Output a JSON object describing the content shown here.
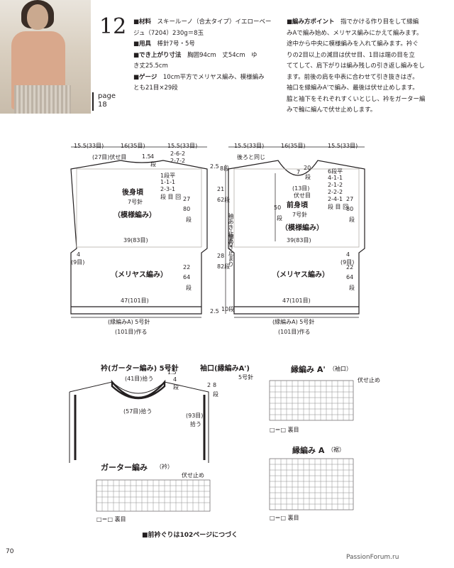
{
  "header": {
    "pattern_number": "12",
    "page_label": "page",
    "page_number": "18"
  },
  "materials": {
    "material_label": "■材料",
    "material_lines": [
      "スキールーノ（合太タイプ）イエローベー",
      "ジュ（7204）230g＝8玉"
    ],
    "tools_label": "■用具",
    "tools_text": "棒針7号・5号",
    "size_label": "■でき上がり寸法",
    "size_lines": [
      "胸囲94cm　丈54cm　ゆ",
      "き丈25.5cm"
    ],
    "gauge_label": "■ゲージ",
    "gauge_lines": [
      "10cm平方でメリヤス編み、模様編み",
      "とも21目×29段"
    ]
  },
  "points": {
    "label": "■編み方ポイント",
    "lines": [
      "指でかける作り目をして縁編",
      "みAで編み始め、メリヤス編みにかえて編みます。",
      "途中から中央に模様編みを入れて編みます。衿ぐ",
      "りの2目以上の減目は伏せ目、1目は端の目を立",
      "ててして、肩下がりは編み残しの引き返し編みをし",
      "ます。前後の肩を中表に合わせて引き抜きはぎ。",
      "袖口を縁編みA'で編み、最後は伏せ止めします。",
      "脇と袖下をそれぞれすくいとじし、衿をガーター編",
      "みで輪に編んで伏せ止めします。"
    ]
  },
  "back_piece": {
    "title": "後身頃",
    "needle": "7号針",
    "pattern": "（模様編み）",
    "stockinette": "（メリヤス編み）",
    "top_dims": [
      "15.5(33目)",
      "16(35目)",
      "15.5(33目)"
    ],
    "neck_cast_off": "(27目)伏せ目",
    "neck_sides": [
      "1.5",
      "4",
      "段"
    ],
    "shoulder_shaping": [
      "2-6-2",
      "2-7-2"
    ],
    "neck_shaping": [
      "1段平",
      "1-1-1",
      "2-3-1",
      "段 目 回"
    ],
    "pattern_height": [
      "27",
      "80",
      "段"
    ],
    "pattern_width": "39(83目)",
    "side": [
      "4",
      "(9目)"
    ],
    "lower_height": [
      "22",
      "64",
      "段"
    ],
    "hem_width": "47(101目)",
    "edge": "(縁編みA) 5号針",
    "cast_on": "(101目)作る",
    "right_dims": [
      "2.5",
      "8段",
      "21",
      "62段",
      "28",
      "82段",
      "2.5",
      "10段"
    ],
    "armhole": "袖あき止まり"
  },
  "front_piece": {
    "title": "前身頃",
    "needle": "7号針",
    "pattern": "（模様編み）",
    "stockinette": "（メリヤス編み）",
    "top_dims": [
      "15.5(33目)",
      "16(35目)",
      "15.5(33目)"
    ],
    "same_as_back": "後ろと同じ",
    "neck_depth": [
      "7",
      "20",
      "段"
    ],
    "neck_cast_off": [
      "(13目)",
      "伏せ目"
    ],
    "neck_shaping": [
      "6段平",
      "4-1-1",
      "2-1-2",
      "2-2-2",
      "2-4-1",
      "段 目 回"
    ],
    "left_height": [
      "50",
      "段"
    ],
    "pattern_height": [
      "27",
      "80",
      "段"
    ],
    "pattern_width": "39(83目)",
    "side": [
      "4",
      "(9目)"
    ],
    "lower_height": [
      "22",
      "64",
      "段"
    ],
    "hem_width": "47(101目)",
    "edge": "(縁編みA) 5号針",
    "cast_on": "(101目)作る",
    "armhole": "袖あき止まり"
  },
  "collar": {
    "title": "衿(ガーター編み) 5号針",
    "pickup_back": "(41目)拾う",
    "pickup_front": "(57目)拾う",
    "width": [
      "1.5",
      "4",
      "段"
    ],
    "height": [
      "2",
      "8",
      "段"
    ]
  },
  "armband": {
    "title": "袖口(縁編みA')",
    "needle": "5号針",
    "pickup": [
      "(93目)",
      "拾う"
    ]
  },
  "charts": {
    "a_prime_title": "縁編み A'",
    "a_prime_sub": "（袖口）",
    "a_title": "縁編み A",
    "a_sub": "（裾）",
    "garter_title": "ガーター編み",
    "garter_sub": "（衿）",
    "bind_off": "伏せ止め",
    "legend": "□＝□ 裏目"
  },
  "footer": {
    "note": "■前衿ぐりは102ページにつづく",
    "page": "70",
    "watermark": "PassionForum.ru"
  }
}
